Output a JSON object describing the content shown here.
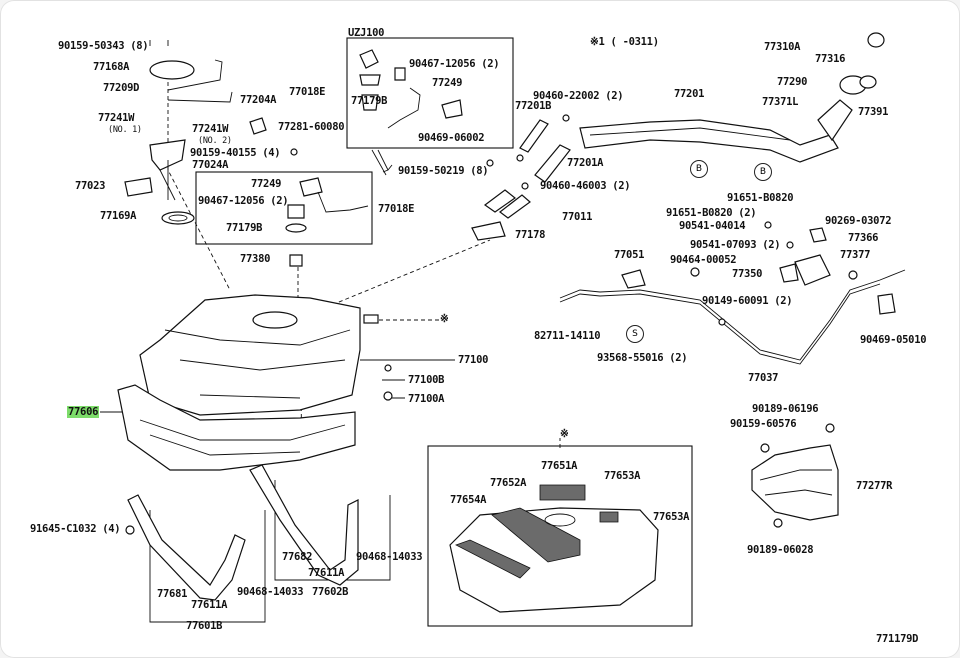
{
  "diagram": {
    "code": "771179D",
    "note": "※1 (    -0311)",
    "box_code": "UZJ100",
    "reference_mark": "※",
    "labels": [
      {
        "id": "p1",
        "text": "90159-50343 (8)"
      },
      {
        "id": "p2",
        "text": "77168A"
      },
      {
        "id": "p3",
        "text": "77209D"
      },
      {
        "id": "p4",
        "text": "77204A"
      },
      {
        "id": "p5",
        "text": "77241W"
      },
      {
        "id": "p6",
        "text": "(NO. 1)"
      },
      {
        "id": "p7",
        "text": "77241W"
      },
      {
        "id": "p8",
        "text": "(NO. 2)"
      },
      {
        "id": "p9",
        "text": "77281-60080"
      },
      {
        "id": "p10",
        "text": "90159-40155 (4)"
      },
      {
        "id": "p11",
        "text": "77024A"
      },
      {
        "id": "p12",
        "text": "77023"
      },
      {
        "id": "p13",
        "text": "77169A"
      },
      {
        "id": "p14",
        "text": "77018E"
      },
      {
        "id": "p15",
        "text": "90467-12056 (2)"
      },
      {
        "id": "p16",
        "text": "77249"
      },
      {
        "id": "p17",
        "text": "77179B"
      },
      {
        "id": "p18",
        "text": "90469-06002"
      },
      {
        "id": "p19",
        "text": "77249"
      },
      {
        "id": "p20",
        "text": "90467-12056 (2)"
      },
      {
        "id": "p21",
        "text": "77018E"
      },
      {
        "id": "p22",
        "text": "77179B"
      },
      {
        "id": "p23",
        "text": "77380"
      },
      {
        "id": "p24",
        "text": "90159-50219 (8)"
      },
      {
        "id": "p25",
        "text": "90460-22002 (2)"
      },
      {
        "id": "p26",
        "text": "77201B"
      },
      {
        "id": "p27",
        "text": "77201"
      },
      {
        "id": "p28",
        "text": "77201A"
      },
      {
        "id": "p29",
        "text": "90460-46003 (2)"
      },
      {
        "id": "p30",
        "text": "77011"
      },
      {
        "id": "p31",
        "text": "77178"
      },
      {
        "id": "p32",
        "text": "77310A"
      },
      {
        "id": "p33",
        "text": "77316"
      },
      {
        "id": "p34",
        "text": "77290"
      },
      {
        "id": "p35",
        "text": "77371L"
      },
      {
        "id": "p36",
        "text": "77391"
      },
      {
        "id": "p37",
        "text": "91651-B0820"
      },
      {
        "id": "p38",
        "text": "91651-B0820 (2)"
      },
      {
        "id": "p39",
        "text": "90541-04014"
      },
      {
        "id": "p40",
        "text": "90269-03072"
      },
      {
        "id": "p41",
        "text": "77366"
      },
      {
        "id": "p42",
        "text": "90541-07093 (2)"
      },
      {
        "id": "p43",
        "text": "77051"
      },
      {
        "id": "p44",
        "text": "90464-00052"
      },
      {
        "id": "p45",
        "text": "77377"
      },
      {
        "id": "p46",
        "text": "77350"
      },
      {
        "id": "p47",
        "text": "90149-60091 (2)"
      },
      {
        "id": "p48",
        "text": "82711-14110"
      },
      {
        "id": "p49",
        "text": "93568-55016 (2)"
      },
      {
        "id": "p50",
        "text": "90469-05010"
      },
      {
        "id": "p51",
        "text": "77037"
      },
      {
        "id": "p52",
        "text": "77100"
      },
      {
        "id": "p53",
        "text": "77100B"
      },
      {
        "id": "p54",
        "text": "77100A"
      },
      {
        "id": "p55",
        "text": "77606"
      },
      {
        "id": "p56",
        "text": "90189-06196"
      },
      {
        "id": "p57",
        "text": "90159-60576"
      },
      {
        "id": "p58",
        "text": "77277R"
      },
      {
        "id": "p59",
        "text": "90189-06028"
      },
      {
        "id": "p60",
        "text": "77651A"
      },
      {
        "id": "p61",
        "text": "77652A"
      },
      {
        "id": "p62",
        "text": "77653A"
      },
      {
        "id": "p63",
        "text": "77654A"
      },
      {
        "id": "p64",
        "text": "77653A"
      },
      {
        "id": "p65",
        "text": "91645-C1032 (4)"
      },
      {
        "id": "p66",
        "text": "77682"
      },
      {
        "id": "p67",
        "text": "77611A"
      },
      {
        "id": "p68",
        "text": "90468-14033"
      },
      {
        "id": "p69",
        "text": "77681"
      },
      {
        "id": "p70",
        "text": "77611A"
      },
      {
        "id": "p71",
        "text": "90468-14033"
      },
      {
        "id": "p72",
        "text": "77602B"
      },
      {
        "id": "p73",
        "text": "77601B"
      }
    ],
    "callouts": [
      {
        "id": "c1",
        "text": "B"
      },
      {
        "id": "c2",
        "text": "B"
      },
      {
        "id": "c3",
        "text": "S"
      }
    ]
  }
}
